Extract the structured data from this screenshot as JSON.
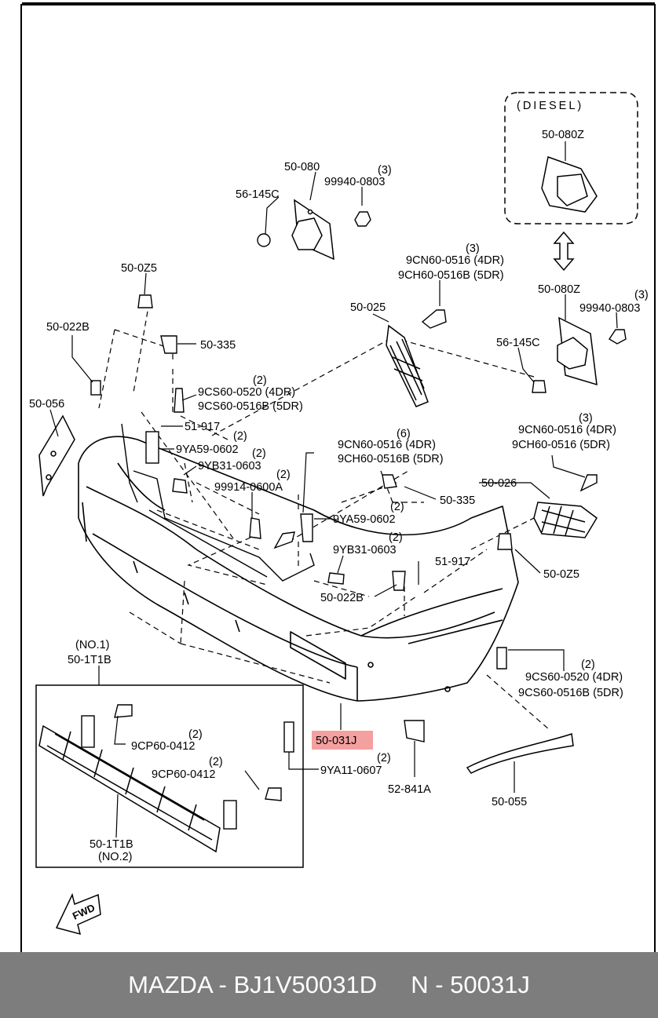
{
  "diagram": {
    "labels": {
      "diesel": "(DIESEL)",
      "p50_080z_top": "50-080Z",
      "p50_080": "50-080",
      "p99940_top": "99940-0803",
      "q3_a": "(3)",
      "p56_145c_top": "56-145C",
      "q3_b": "(3)",
      "p9cn_4dr_top": "9CN60-0516 (4DR)",
      "p9ch_5dr_top": "9CH60-0516B (5DR)",
      "p50_0z5_top": "50-0Z5",
      "p50_025": "50-025",
      "p50_080z_right": "50-080Z",
      "q3_c": "(3)",
      "p99940_right": "99940-0803",
      "p50_022b_top": "50-022B",
      "p50_335_top": "50-335",
      "p56_145c_right": "56-145C",
      "q2_a": "(2)",
      "p9cs_0520_top": "9CS60-0520 (4DR)",
      "p9cs_0516b_top": "9CS60-0516B (5DR)",
      "p50_056": "50-056",
      "p51_917_top": "51-917",
      "q2_b": "(2)",
      "p9ya59_top": "9YA59-0602",
      "q2_c": "(2)",
      "p9yb31_top": "9YB31-0603",
      "q6": "(6)",
      "p9cn_4dr_mid": "9CN60-0516 (4DR)",
      "p9ch_5dr_mid": "9CH60-0516B (5DR)",
      "q3_d": "(3)",
      "p9cn_4dr_right": "9CN60-0516 (4DR)",
      "p9ch_5dr_right": "9CH60-0516 (5DR)",
      "q2_d": "(2)",
      "p99914": "99914-0600A",
      "p50_026": "50-026",
      "p50_335_mid": "50-335",
      "q2_e": "(2)",
      "p9ya59_mid": "9YA59-0602",
      "q2_f": "(2)",
      "p9yb31_mid": "9YB31-0603",
      "p51_917_mid": "51-917",
      "p50_0z5_right": "50-0Z5",
      "p50_022b_mid": "50-022B",
      "q2_g": "(2)",
      "p9cs_0520_bot": "9CS60-0520 (4DR)",
      "p9cs_0516b_bot": "9CS60-0516B (5DR)",
      "no1": "(NO.1)",
      "p50_1t1b_top": "50-1T1B",
      "q2_h": "(2)",
      "p9cp_a": "9CP60-0412",
      "main_part": "50-031J",
      "q2_i": "(2)",
      "p9cp_b": "9CP60-0412",
      "q2_j": "(2)",
      "p9ya11": "9YA11-0607",
      "p52_841a": "52-841A",
      "p50_055": "50-055",
      "p50_1t1b_bot": "50-1T1B",
      "no2": "(NO.2)",
      "fwd": "FWD"
    },
    "highlight_color": "#f4a0a0"
  },
  "footer": {
    "text": "MAZDA - BJ1V50031D     N - 50031J"
  }
}
